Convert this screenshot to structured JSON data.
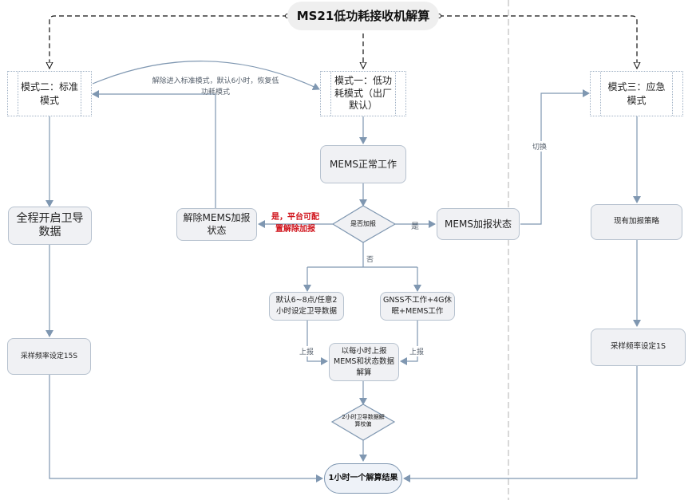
{
  "title": "MS21低功耗接收机解算",
  "modes": {
    "standard": "模式二：标准模式",
    "low_power": "模式一：低功耗模式（出厂默认）",
    "emergency": "模式三：应急模式"
  },
  "nodes": {
    "full_gnss": "全程开启卫导数据",
    "sample_15s": "采样频率设定15S",
    "mems_normal": "MEMS正常工作",
    "decision_alarm": "是否加报",
    "release_alarm": "解除MEMS加报状态",
    "mems_alarm": "MEMS加报状态",
    "default_gnss": "默认6~8点/任意2小时设定卫导数据",
    "gnss_off": "GNSS不工作+4G休眠+MEMS工作",
    "hourly_report": "以每小时上报MEMS和状态数据解算",
    "decision_calibrate": "2小时卫导数据解算校偏",
    "result": "1小时一个解算结果",
    "existing_strategy": "现有加报策略",
    "sample_1s": "采样频率设定1S"
  },
  "edge_labels": {
    "release_note": "解除进入标准模式，默认6小时，恢复低功耗模式",
    "yes_platform": "是，平台可配置解除加报",
    "yes": "是",
    "no": "否",
    "switch": "切换",
    "report_left": "上报",
    "report_right": "上报"
  },
  "colors": {
    "line": "#7f97b1",
    "dashed": "#111111",
    "node_fill": "#f0f1f4",
    "highlight_text": "#d0131b"
  }
}
